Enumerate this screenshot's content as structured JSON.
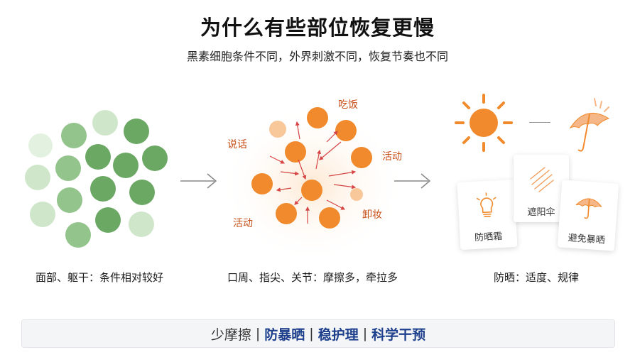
{
  "title": "为什么有些部位恢复更慢",
  "subtitle": "黑素细胞条件不同，外界刺激不同，恢复节奏也不同",
  "panels": {
    "left": {
      "caption": "面部、躯干：条件相对较好"
    },
    "middle": {
      "caption": "口周、指尖、关节：摩擦多，牵拉多",
      "labels": {
        "eat": "吃饭",
        "talk": "说话",
        "activity_right": "活动",
        "activity_left": "活动",
        "makeup_removal": "卸妆"
      }
    },
    "right": {
      "caption": "防晒：适度、规律",
      "cards": {
        "sunscreen": "防晒霜",
        "umbrella_shade": "遮阳伞",
        "avoid_exposure": "避免暴晒"
      }
    }
  },
  "bottom_bar": {
    "items": [
      "少摩擦",
      "防暴晒",
      "稳护理",
      "科学干预"
    ]
  },
  "colors": {
    "green_dark": "#6aa863",
    "green_mid": "#93c48c",
    "green_light": "#cfe6ca",
    "orange": "#f08a2c",
    "orange_light": "#f8c79a",
    "arrow_red": "#d64545",
    "label_orange": "#c8501a",
    "accent_blue": "#1d3f8c"
  },
  "icons": [
    "sun-icon",
    "umbrella-icon",
    "lightbulb-icon",
    "shade-lines-icon",
    "umbrella-small-icon",
    "arrow-right-icon"
  ]
}
